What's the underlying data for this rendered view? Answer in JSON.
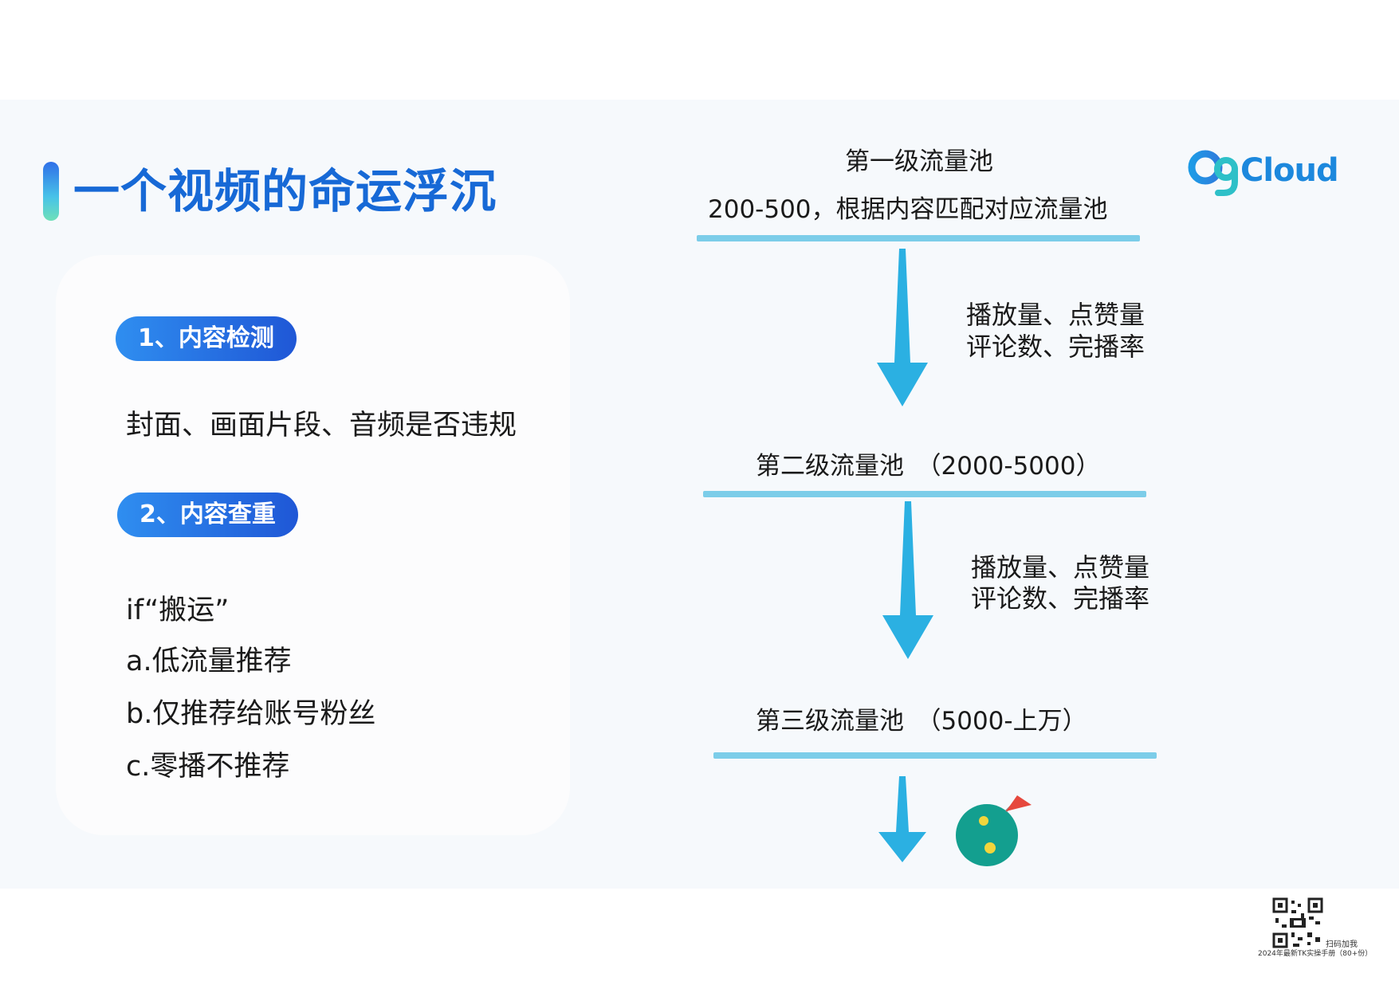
{
  "title": "一个视频的命运浮沉",
  "logo": {
    "text": "OgCloud"
  },
  "left_panel": {
    "section1_label": "1、内容检测",
    "section1_text": "封面、画面片段、音频是否违规",
    "section2_label": "2、内容查重",
    "section2_lines": [
      "if“搬运”",
      "a.低流量推荐",
      "b.仅推荐给账号粉丝",
      "c.零播不推荐"
    ]
  },
  "flow": {
    "level1_title": "第一级流量池",
    "level1_desc": "200-500，根据内容匹配对应流量池",
    "metrics1_line1": "播放量、点赞量",
    "metrics1_line2": "评论数、完播率",
    "level2": "第二级流量池　（2000-5000）",
    "metrics2_line1": "播放量、点赞量",
    "metrics2_line2": "评论数、完播率",
    "level3": "第三级流量池　（5000-上万）"
  },
  "footer": {
    "qr_caption1": "扫码加我",
    "qr_caption2": "2024年最新TK实操手册（80+份）"
  },
  "colors": {
    "title": "#1769d6",
    "arrow": "#2bb0e2",
    "line": "#7ccde9",
    "pill": "#1f57d6",
    "globe": "#139f8f",
    "flag": "#e6483d"
  }
}
